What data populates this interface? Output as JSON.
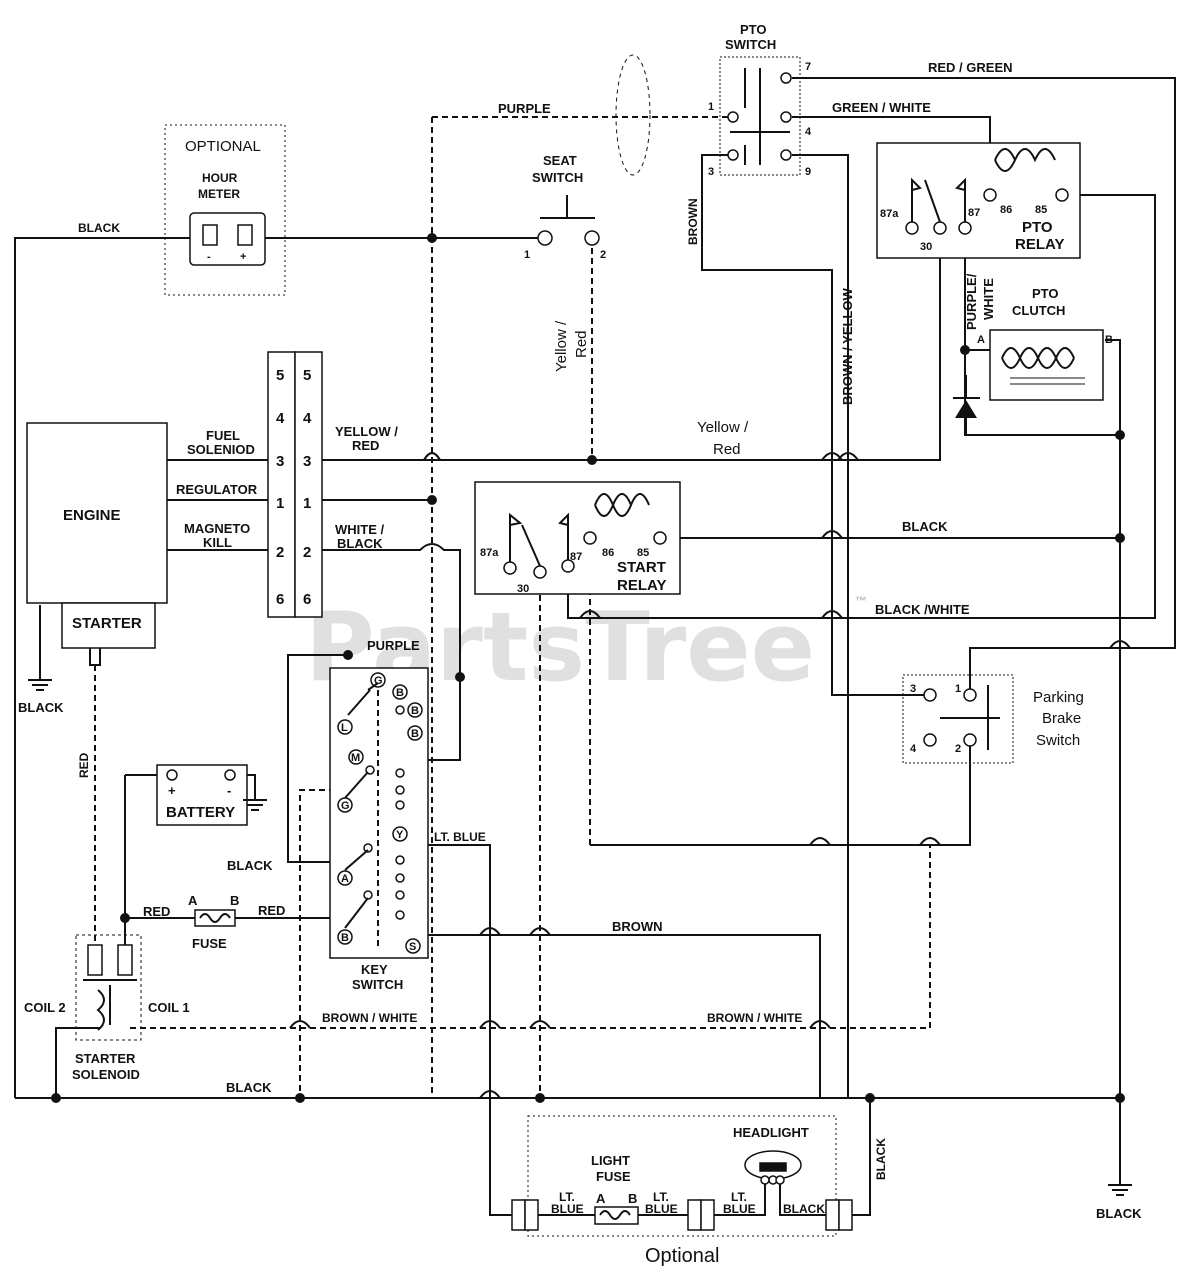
{
  "watermark": {
    "text": "PartsTree",
    "tm": "™"
  },
  "components": {
    "hour_meter": {
      "optional": "OPTIONAL",
      "title1": "HOUR",
      "title2": "METER",
      "minus": "-",
      "plus": "+"
    },
    "seat_switch": {
      "title1": "SEAT",
      "title2": "SWITCH",
      "pin1": "1",
      "pin2": "2"
    },
    "pto_switch": {
      "title1": "PTO",
      "title2": "SWITCH",
      "pins": [
        "1",
        "7",
        "4",
        "3",
        "9"
      ]
    },
    "pto_relay": {
      "title1": "PTO",
      "title2": "RELAY",
      "pins": [
        "87a",
        "30",
        "87",
        "86",
        "85"
      ]
    },
    "pto_clutch": {
      "title1": "PTO",
      "title2": "CLUTCH",
      "pinA": "A",
      "pinB": "B"
    },
    "engine": {
      "title": "ENGINE",
      "starter": "STARTER",
      "fuel1": "FUEL",
      "fuel2": "SOLENIOD",
      "regulator": "REGULATOR",
      "magneto1": "MAGNETO",
      "magneto2": "KILL"
    },
    "connector": {
      "left": [
        "5",
        "4",
        "3",
        "1",
        "2",
        "6"
      ],
      "right": [
        "5",
        "4",
        "3",
        "1",
        "2",
        "6"
      ]
    },
    "start_relay": {
      "title1": "START",
      "title2": "RELAY",
      "pins": [
        "87a",
        "30",
        "87",
        "86",
        "85"
      ]
    },
    "parking_brake": {
      "title1": "Parking",
      "title2": "Brake",
      "title3": "Switch",
      "pins": [
        "3",
        "1",
        "4",
        "2"
      ]
    },
    "key_switch": {
      "title1": "KEY",
      "title2": "SWITCH",
      "terms": [
        "G",
        "B",
        "B",
        "B",
        "L",
        "M",
        "G",
        "Y",
        "A",
        "B",
        "S"
      ]
    },
    "battery": {
      "title": "BATTERY",
      "plus": "+",
      "minus": "-"
    },
    "fuse": {
      "title": "FUSE",
      "a": "A",
      "b": "B"
    },
    "starter_solenoid": {
      "title1": "STARTER",
      "title2": "SOLENOID",
      "coil1": "COIL 1",
      "coil2": "COIL 2"
    },
    "headlight": {
      "title": "HEADLIGHT"
    },
    "light_fuse": {
      "title1": "LIGHT",
      "title2": "FUSE",
      "a": "A",
      "b": "B"
    },
    "optional_label": "Optional"
  },
  "wires": {
    "black_top": "BLACK",
    "purple_top": "PURPLE",
    "red_green": "RED / GREEN",
    "green_white": "GREEN / WHITE",
    "brown_v": "BROWN",
    "yellow_red_v1": "Yellow /",
    "yellow_red_v2": "Red",
    "brown_yellow": "BROWN / YELLOW",
    "purple_white1": "PURPLE/",
    "purple_white2": "WHITE",
    "yellow_red_c1": "YELLOW /",
    "yellow_red_c2": "RED",
    "yellow_red_m1": "Yellow /",
    "yellow_red_m2": "Red",
    "white_black1": "WHITE /",
    "white_black2": "BLACK",
    "black_mid": "BLACK",
    "black_white": "BLACK /WHITE",
    "purple_key": "PURPLE",
    "black_ground1": "BLACK",
    "red_v": "RED",
    "black_ground2": "BLACK",
    "lt_blue_key": "LT. BLUE",
    "red1": "RED",
    "red2": "RED",
    "brown_key": "BROWN",
    "brown_white1": "BROWN / WHITE",
    "brown_white2": "BROWN / WHITE",
    "black_bottom": "BLACK",
    "black_right_v": "BLACK",
    "black_ground3": "BLACK",
    "lt_blue1a": "LT.",
    "lt_blue1b": "BLUE",
    "lt_blue2a": "LT.",
    "lt_blue2b": "BLUE",
    "lt_blue3a": "LT.",
    "lt_blue3b": "BLUE",
    "black_light": "BLACK"
  }
}
